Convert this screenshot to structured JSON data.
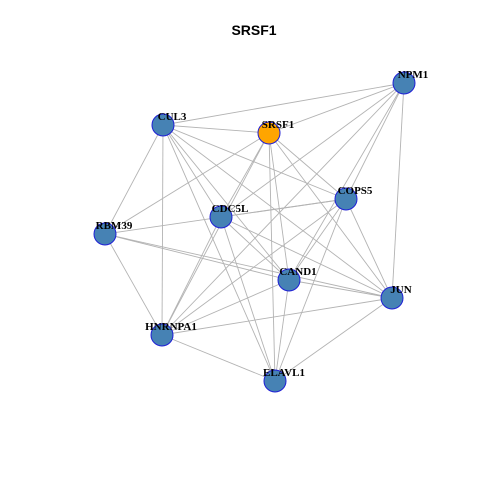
{
  "title": "SRSF1",
  "colors": {
    "highlight_node": "#FFA500",
    "node": "#4682B4",
    "node_border": "#1F1FD6",
    "edge": "#B3B3B3"
  },
  "highlight": "SRSF1",
  "nodes": [
    "NPM1",
    "CUL3",
    "SRSF1",
    "COPS5",
    "CDC5L",
    "RBM39",
    "CAND1",
    "JUN",
    "HNRNPA1",
    "ELAVL1"
  ],
  "edges": [
    [
      "NPM1",
      "CUL3"
    ],
    [
      "NPM1",
      "SRSF1"
    ],
    [
      "NPM1",
      "COPS5"
    ],
    [
      "NPM1",
      "CDC5L"
    ],
    [
      "NPM1",
      "CAND1"
    ],
    [
      "NPM1",
      "JUN"
    ],
    [
      "NPM1",
      "HNRNPA1"
    ],
    [
      "CUL3",
      "SRSF1"
    ],
    [
      "CUL3",
      "COPS5"
    ],
    [
      "CUL3",
      "CDC5L"
    ],
    [
      "CUL3",
      "RBM39"
    ],
    [
      "CUL3",
      "CAND1"
    ],
    [
      "CUL3",
      "HNRNPA1"
    ],
    [
      "CUL3",
      "ELAVL1"
    ],
    [
      "CUL3",
      "JUN"
    ],
    [
      "SRSF1",
      "CDC5L"
    ],
    [
      "SRSF1",
      "COPS5"
    ],
    [
      "SRSF1",
      "RBM39"
    ],
    [
      "SRSF1",
      "CAND1"
    ],
    [
      "SRSF1",
      "JUN"
    ],
    [
      "SRSF1",
      "ELAVL1"
    ],
    [
      "SRSF1",
      "HNRNPA1"
    ],
    [
      "COPS5",
      "CDC5L"
    ],
    [
      "COPS5",
      "RBM39"
    ],
    [
      "COPS5",
      "CAND1"
    ],
    [
      "COPS5",
      "HNRNPA1"
    ],
    [
      "COPS5",
      "ELAVL1"
    ],
    [
      "COPS5",
      "JUN"
    ],
    [
      "CDC5L",
      "CAND1"
    ],
    [
      "CDC5L",
      "ELAVL1"
    ],
    [
      "CDC5L",
      "HNRNPA1"
    ],
    [
      "CDC5L",
      "JUN"
    ],
    [
      "RBM39",
      "CAND1"
    ],
    [
      "RBM39",
      "JUN"
    ],
    [
      "RBM39",
      "HNRNPA1"
    ],
    [
      "CAND1",
      "JUN"
    ],
    [
      "CAND1",
      "HNRNPA1"
    ],
    [
      "CAND1",
      "ELAVL1"
    ],
    [
      "JUN",
      "HNRNPA1"
    ],
    [
      "JUN",
      "ELAVL1"
    ],
    [
      "HNRNPA1",
      "ELAVL1"
    ]
  ]
}
